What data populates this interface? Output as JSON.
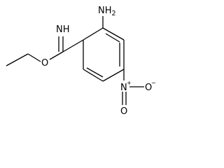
{
  "molecule": {
    "labels": {
      "amino_main": "H",
      "amino_sub": "2",
      "amino_n": "N",
      "imine": "NH",
      "ether_o": "O",
      "nitro_n": "N",
      "nitro_n_charge": "+",
      "nitro_o_right": "O",
      "nitro_o_right_charge": "−",
      "nitro_o_bottom": "O"
    },
    "colors": {
      "bond": "#000000",
      "text": "#000000",
      "background": "#ffffff"
    }
  }
}
